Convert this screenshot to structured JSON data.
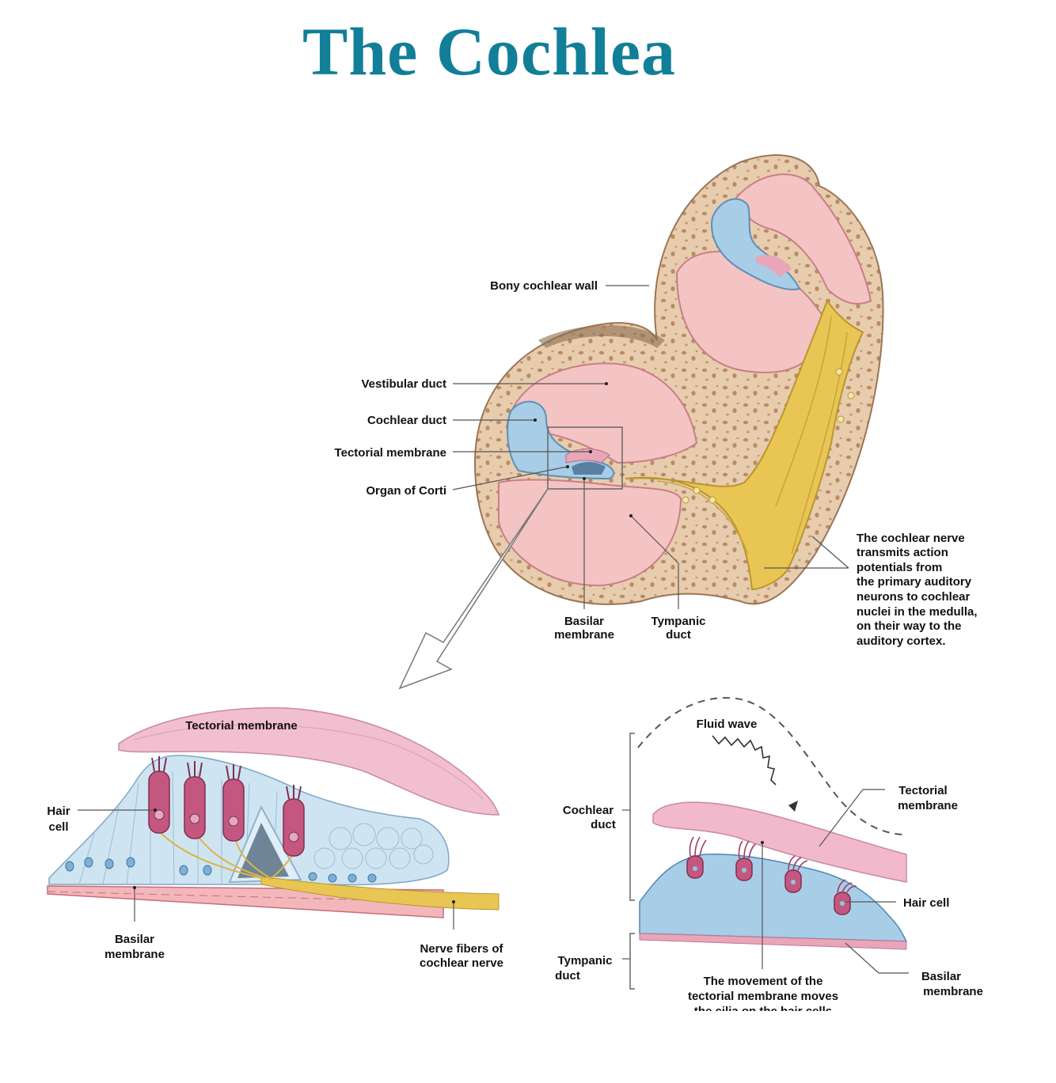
{
  "title": "The Cochlea",
  "colors": {
    "title": "#127f98",
    "bone": "#e8ccae",
    "bone_pore": "#b98c66",
    "duct_pink": "#f4c3c4",
    "membrane_pink": "#e9a6b9",
    "duct_blue": "#a8cde6",
    "nerve_yellow": "#e9c653",
    "hair_cell": "#c4577f"
  },
  "cross_section": {
    "bony_wall": "Bony cochlear wall",
    "vestibular_duct": "Vestibular duct",
    "cochlear_duct": "Cochlear duct",
    "tectorial_membrane": "Tectorial membrane",
    "organ_of_corti": "Organ of Corti",
    "basilar_membrane": [
      "Basilar",
      "membrane"
    ],
    "tympanic_duct": [
      "Tympanic",
      "duct"
    ],
    "nerve_note": [
      "The cochlear nerve",
      "transmits action",
      "potentials from",
      "the primary auditory",
      "neurons to cochlear",
      "nuclei in the medulla,",
      "on their way to the",
      "auditory cortex."
    ]
  },
  "organ_detail": {
    "tectorial_membrane": "Tectorial membrane",
    "hair_cell": [
      "Hair",
      "cell"
    ],
    "basilar_membrane": [
      "Basilar",
      "membrane"
    ],
    "nerve_fibers": [
      "Nerve fibers of",
      "cochlear nerve"
    ]
  },
  "mechanism": {
    "fluid_wave": "Fluid wave",
    "cochlear_duct": [
      "Cochlear",
      "duct"
    ],
    "tectorial_membrane": [
      "Tectorial",
      "membrane"
    ],
    "hair_cell": "Hair cell",
    "tympanic_duct": [
      "Tympanic",
      "duct"
    ],
    "basilar_membrane": [
      "Basilar",
      "membrane"
    ],
    "caption": [
      "The movement of the",
      "tectorial membrane moves",
      "the cilia on the hair cells"
    ]
  }
}
